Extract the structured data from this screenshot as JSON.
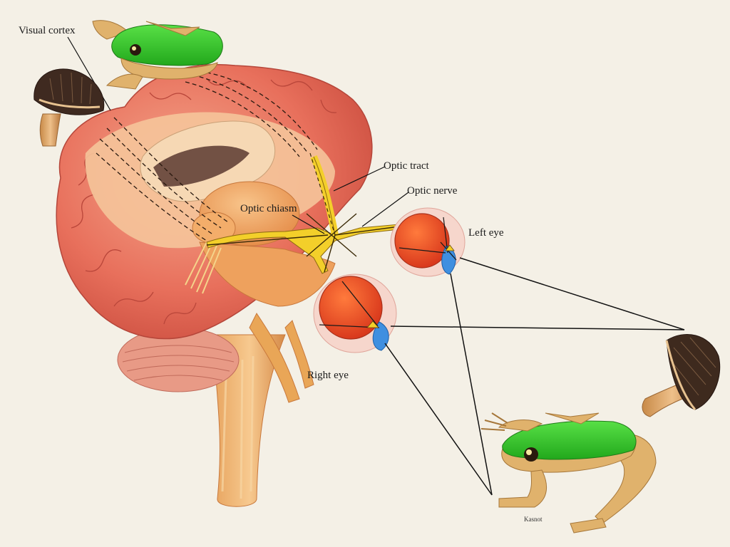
{
  "labels": {
    "visual_cortex": "Visual cortex",
    "optic_tract": "Optic tract",
    "optic_nerve": "Optic nerve",
    "optic_chiasm": "Optic chiasm",
    "left_eye": "Left eye",
    "right_eye": "Right eye"
  },
  "signature": "Kasnot",
  "colors": {
    "background": "#f4f0e6",
    "cortex": "#e8705c",
    "brain_tissue": "#f0a35c",
    "optic_pathway": "#f3cf2a",
    "eyeball": "#e2441e",
    "lens": "#3f8fe0",
    "frog_back": "#34c32c",
    "frog_body": "#dcb069",
    "mushroom_cap": "#4a3426",
    "mushroom_stem": "#d6a360"
  }
}
